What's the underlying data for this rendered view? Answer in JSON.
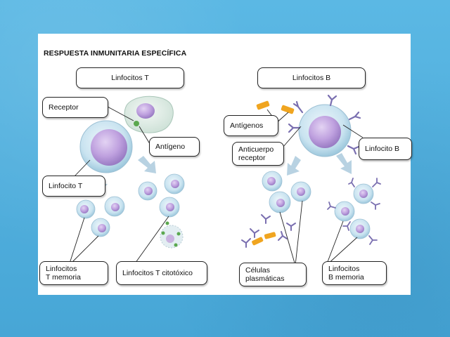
{
  "title": "RESPUESTA INMUNITARIA ESPECÍFICA",
  "labels": {
    "linfocitos_t": "Linfocitos T",
    "receptor": "Receptor",
    "antigeno": "Antígeno",
    "linfocito_t": "Linfocito T",
    "linfocitos_t_memoria": "Linfocitos\nT memoria",
    "linfocitos_t_citotoxico": "Linfocitos T citotóxico",
    "linfocitos_b": "Linfocitos B",
    "antigenos": "Antígenos",
    "anticuerpo_receptor": "Anticuerpo\nreceptor",
    "linfocito_b": "Linfocito B",
    "celulas_plasmaticas": "Células\nplasmáticas",
    "linfocitos_b_memoria": "Linfocitos\nB memoria"
  },
  "colors": {
    "background": "#4fb0de",
    "cell_membrane": "#cfe6f2",
    "nucleus": "#b79ad6",
    "antigen": "#f0a520",
    "antibody": "#7a6fb0",
    "arrow": "#b8d2e2"
  }
}
